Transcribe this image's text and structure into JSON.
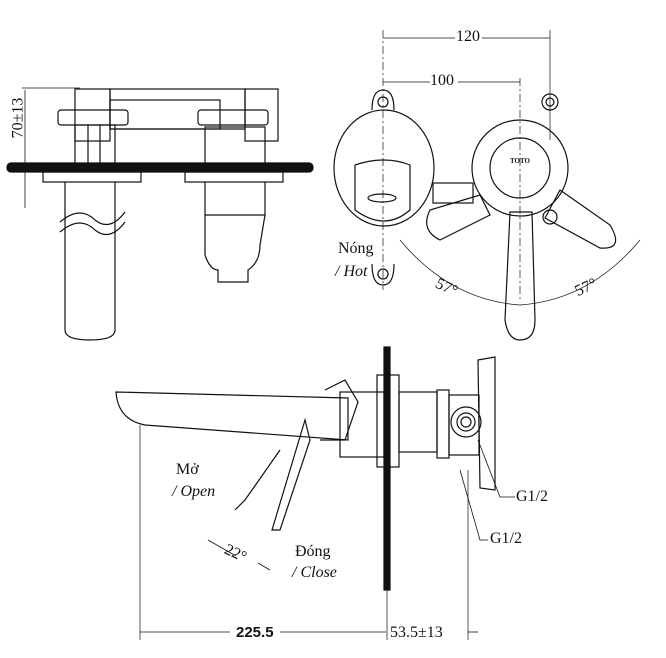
{
  "top_left_view": {
    "height_dim": "70±13"
  },
  "top_right_view": {
    "width_dim_outer": "120",
    "width_dim_inner": "100",
    "hot_label": "Nóng",
    "hot_label_en": "/ Hot",
    "angle_left": "57°",
    "angle_right": "57°",
    "logo_text": "TOTO"
  },
  "side_view": {
    "open_label": "Mở",
    "open_label_en": "/ Open",
    "close_label": "Đóng",
    "close_label_en": "/ Close",
    "handle_angle": "22°",
    "thread_1": "G1/2",
    "thread_2": "G1/2",
    "spout_reach_dim": "225.5",
    "wall_depth_dim": "53.5±13"
  }
}
